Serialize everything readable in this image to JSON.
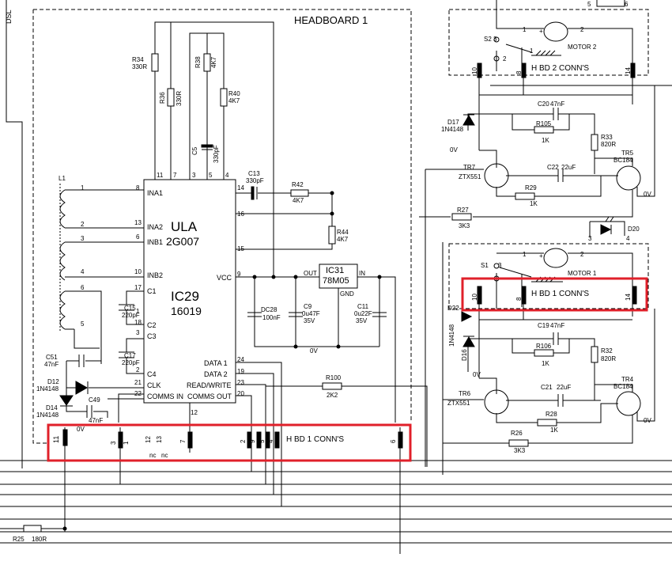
{
  "texts": {
    "dsl": "DSL",
    "headboard": "HEADBOARD 1",
    "ula": "ULA",
    "ula_part": "2G007",
    "ic29": "IC29",
    "ic29_part": "16019",
    "p_ina1": "INA1",
    "p_ina2": "INA2",
    "p_inb1": "INB1",
    "p_inb2": "INB2",
    "p_c1": "C1",
    "p_c2": "C2",
    "p_c3": "C3",
    "p_c4": "C4",
    "p_clk": "CLK",
    "p_comms_in": "COMMS IN",
    "p_comms_out": "COMMS OUT",
    "p_vcc": "VCC",
    "p_data1": "DATA 1",
    "p_data2": "DATA 2",
    "p_rw": "READ/WRITE",
    "n11": "11",
    "n7": "7",
    "n3": "3",
    "n5": "5",
    "n4": "4",
    "n14": "14",
    "n16": "16",
    "n15": "15",
    "n9": "9",
    "n8": "8",
    "n13": "13",
    "n6": "6",
    "n10": "10",
    "n17": "17",
    "n1": "1",
    "n18": "18",
    "n2": "2",
    "n21": "21",
    "n22": "22",
    "n12": "12",
    "n24": "24",
    "n19": "19",
    "n23": "23",
    "n20": "20",
    "r34": "R34",
    "r34v": "330R",
    "r36": "R36",
    "r36v": "330R",
    "r38": "R38",
    "r38v": "4K7",
    "r40": "R40",
    "r40v": "4K7",
    "c5": "C5",
    "c5v": "330pF",
    "c13": "C13",
    "c13v": "330pF",
    "r42": "R42",
    "r42v": "4K7",
    "r44": "R44",
    "r44v": "4K7",
    "l1": "L1",
    "c15": "C15",
    "c15v": "220pF",
    "c17": "C17",
    "c17v": "220pF",
    "c51": "C51",
    "c51v": "47nF",
    "d12": "D12",
    "d12v": "1N4148",
    "d14": "D14",
    "d14v": "1N4148",
    "c49": "C49",
    "c49v": "47nF",
    "v0": "0V",
    "ic31": "IC31",
    "ic31v": "78M05",
    "out": "OUT",
    "in": "IN",
    "gnd": "GND",
    "dc28": "DC28",
    "dc28v": "100nF",
    "c9": "C9",
    "c9v": "0u47F",
    "c9v2": "35V",
    "c11": "C11",
    "c11v": "0u22F",
    "c11v2": "35V",
    "r100": "R100",
    "r100v": "2K2",
    "hbd1_conn": "H BD 1 CONN'S",
    "b11": "11",
    "b3": "3",
    "b1": "1",
    "b12": "12",
    "b13": "13",
    "nc": "nc",
    "b7": "7",
    "b2": "2",
    "b9": "9",
    "b5": "5",
    "b4": "4",
    "b6": "6",
    "r25": "R25",
    "r25v": "180R",
    "s2": "S2",
    "m2": "MOTOR 2",
    "hbd2_conn": "H BD 2 CONN'S",
    "c20": "C20",
    "c20v": "47nF",
    "r105": "R105",
    "r105v": "1K",
    "d17": "D17",
    "d17v": "1N4148",
    "r33": "R33",
    "r33v": "820R",
    "tr5": "TR5",
    "tr5v": "BC184",
    "tr7": "TR7",
    "tr7v": "ZTX551",
    "c22": "C22",
    "c22v": "22uF",
    "r29": "R29",
    "r29v": "1K",
    "r27": "R27",
    "r27v": "3K3",
    "d20": "D20",
    "s1": "S1",
    "m1": "MOTOR 1",
    "hbd1_conn_r": "H BD 1 CONN'S",
    "d22": "D22",
    "d22v": "1N4148",
    "d16": "D16",
    "c19": "C19",
    "c19v": "47nF",
    "r106": "R106",
    "r106v": "1K",
    "r32": "R32",
    "r32v": "820R",
    "tr4": "TR4",
    "tr4v": "BC184",
    "tr6": "TR6",
    "tr6v": "ZTX551",
    "c21": "C21",
    "c21v": "22uF",
    "r28": "R28",
    "r28v": "1K",
    "r26": "R26",
    "r26v": "3K3",
    "plus": "+"
  }
}
